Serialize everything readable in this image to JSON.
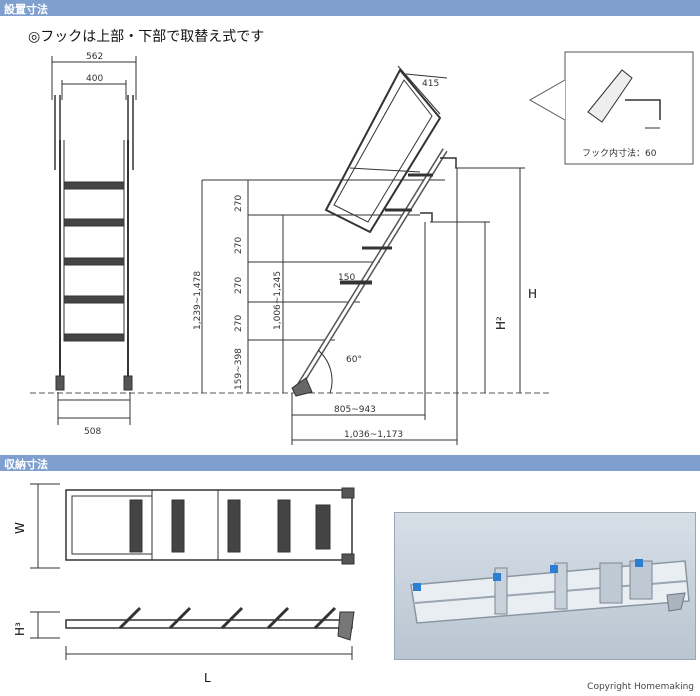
{
  "sections": {
    "install_title": "設置寸法",
    "storage_title": "収納寸法"
  },
  "note": "◎フックは上部・下部で取替え式です",
  "front_view": {
    "w_outer": "562",
    "w_inner": "400",
    "w_base": "508"
  },
  "side_view": {
    "top_width": "415",
    "step_spacing": [
      "270",
      "270",
      "270",
      "270"
    ],
    "bottom_range": "159~398",
    "height_range_1": "1,239~1,478",
    "height_range_2": "1,006~1,245",
    "step_depth": "150",
    "angle": "60°",
    "base_range_1": "805~943",
    "base_range_2": "1,036~1,173",
    "H": "H",
    "H2": "H²"
  },
  "hook_callout": {
    "label": "フック内寸法：60"
  },
  "storage": {
    "W": "W",
    "H3": "H³",
    "L": "L"
  },
  "copyright": "Copyright Homemaking"
}
